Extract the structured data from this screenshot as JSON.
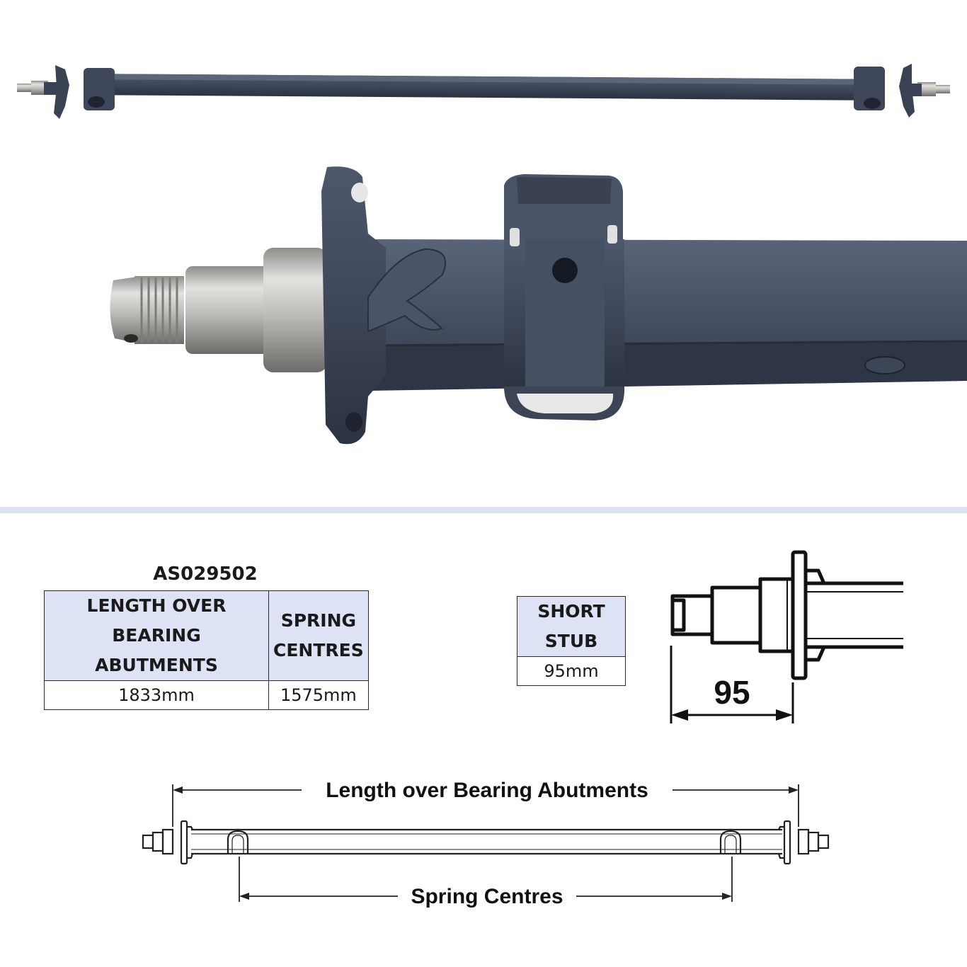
{
  "part_number": "AS029502",
  "spec_table": {
    "headers": [
      "LENGTH OVER BEARING ABUTMENTS",
      "SPRING CENTRES"
    ],
    "header_lines": [
      [
        "LENGTH OVER",
        "BEARING ABUTMENTS"
      ],
      [
        "SPRING",
        "CENTRES"
      ]
    ],
    "values": [
      "1833mm",
      "1575mm"
    ]
  },
  "stub_table": {
    "header_lines": [
      "SHORT",
      "STUB"
    ],
    "value": "95mm"
  },
  "stub_diagram": {
    "dimension_label": "95"
  },
  "axle_diagram": {
    "length_label": "Length over Bearing Abutments",
    "spring_label": "Spring Centres"
  },
  "colors": {
    "axle_paint": "#3d4658",
    "steel": "#c4c2bf",
    "header_fill": "#dde2f5",
    "divider": "#dde2f3"
  }
}
